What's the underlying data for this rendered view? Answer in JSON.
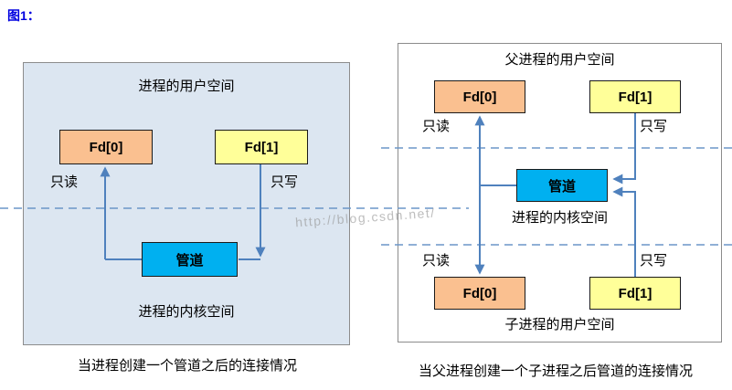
{
  "figure_label": "图1：",
  "watermark_text": "http://blog.csdn.net/",
  "colors": {
    "fd0": "#FAC090",
    "fd1": "#FFFF99",
    "pipe": "#00B0F0",
    "arrow": "#4F81BD",
    "dash": "#6B96C8",
    "panel-left-bg": "#DCE6F1",
    "panel-border": "#8C8C8C",
    "figure-label": "#0000E0"
  },
  "left_diagram": {
    "user_space_label": "进程的用户空间",
    "fd0_label": "Fd[0]",
    "fd1_label": "Fd[1]",
    "read_only_label": "只读",
    "write_only_label": "只写",
    "pipe_label": "管道",
    "kernel_space_label": "进程的内核空间",
    "caption": "当进程创建一个管道之后的连接情况"
  },
  "right_diagram": {
    "parent_user_space_label": "父进程的用户空间",
    "fd0_top_label": "Fd[0]",
    "fd1_top_label": "Fd[1]",
    "read_only_top_label": "只读",
    "write_only_top_label": "只写",
    "pipe_label": "管道",
    "kernel_space_label": "进程的内核空间",
    "read_only_bottom_label": "只读",
    "write_only_bottom_label": "只写",
    "fd0_bottom_label": "Fd[0]",
    "fd1_bottom_label": "Fd[1]",
    "child_user_space_label": "子进程的用户空间",
    "caption": "当父进程创建一个子进程之后管道的连接情况"
  }
}
